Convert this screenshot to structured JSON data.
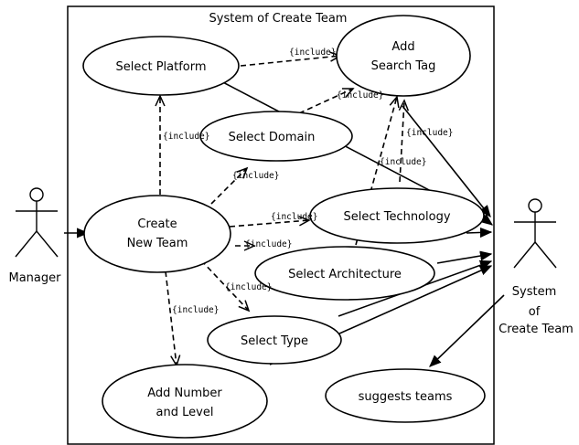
{
  "system_boundary": {
    "title": "System of Create Team"
  },
  "actors": {
    "manager": {
      "label": "Manager"
    },
    "system": {
      "label_lines": [
        "System",
        "of",
        "Create Team"
      ]
    }
  },
  "use_cases": {
    "select_platform": {
      "lines": [
        "Select Platform"
      ]
    },
    "add_search_tag": {
      "lines": [
        "Add",
        "Search Tag"
      ]
    },
    "select_domain": {
      "lines": [
        "Select Domain"
      ]
    },
    "create_new_team": {
      "lines": [
        "Create",
        "New Team"
      ]
    },
    "select_technology": {
      "lines": [
        "Select Technology"
      ]
    },
    "select_architecture": {
      "lines": [
        "Select Architecture"
      ]
    },
    "select_type": {
      "lines": [
        "Select Type"
      ]
    },
    "add_number_level": {
      "lines": [
        "Add Number",
        "and Level"
      ]
    },
    "suggests_teams": {
      "lines": [
        "suggests teams"
      ]
    }
  },
  "relationship_label": "{include}"
}
